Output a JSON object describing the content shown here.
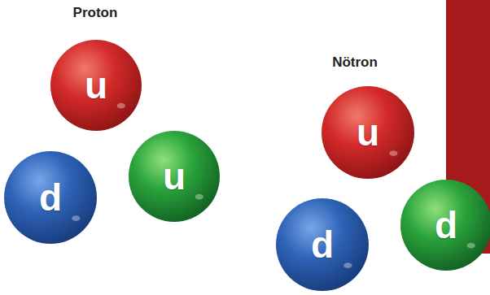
{
  "diagram": {
    "nodes": [
      {
        "text": [
          "u"
        ]
      },
      {
        "text": [
          "d"
        ]
      },
      {
        "text": [
          "u"
        ]
      },
      {
        "text": [
          "u"
        ]
      },
      {
        "text": [
          "d"
        ]
      },
      {
        "text": [
          "d"
        ]
      }
    ],
    "labels": [
      "Proton",
      "Nötron"
    ]
  }
}
